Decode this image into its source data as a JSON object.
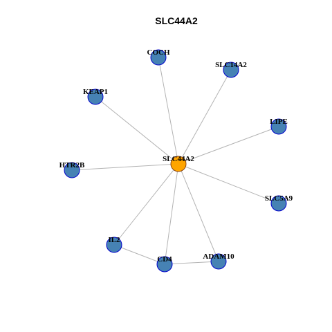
{
  "title": "SLC44A2",
  "hub": "SLC44A2",
  "colors": {
    "hub_fill": "#FFA500",
    "hub_stroke": "#8B4513",
    "node_fill": "#4682B4",
    "node_stroke": "#0000CD",
    "edge": "#B3B3B3"
  },
  "nodes": [
    {
      "id": "SLC44A2"
    },
    {
      "id": "COCH"
    },
    {
      "id": "SLC14A2"
    },
    {
      "id": "KEAP1"
    },
    {
      "id": "LIPE"
    },
    {
      "id": "HTR2B"
    },
    {
      "id": "SLC5A9"
    },
    {
      "id": "IL2"
    },
    {
      "id": "CD4"
    },
    {
      "id": "ADAM10"
    }
  ],
  "edges": [
    [
      "SLC44A2",
      "COCH"
    ],
    [
      "SLC44A2",
      "SLC14A2"
    ],
    [
      "SLC44A2",
      "KEAP1"
    ],
    [
      "SLC44A2",
      "LIPE"
    ],
    [
      "SLC44A2",
      "HTR2B"
    ],
    [
      "SLC44A2",
      "SLC5A9"
    ],
    [
      "SLC44A2",
      "IL2"
    ],
    [
      "SLC44A2",
      "CD4"
    ],
    [
      "SLC44A2",
      "ADAM10"
    ],
    [
      "IL2",
      "CD4"
    ],
    [
      "CD4",
      "ADAM10"
    ]
  ]
}
